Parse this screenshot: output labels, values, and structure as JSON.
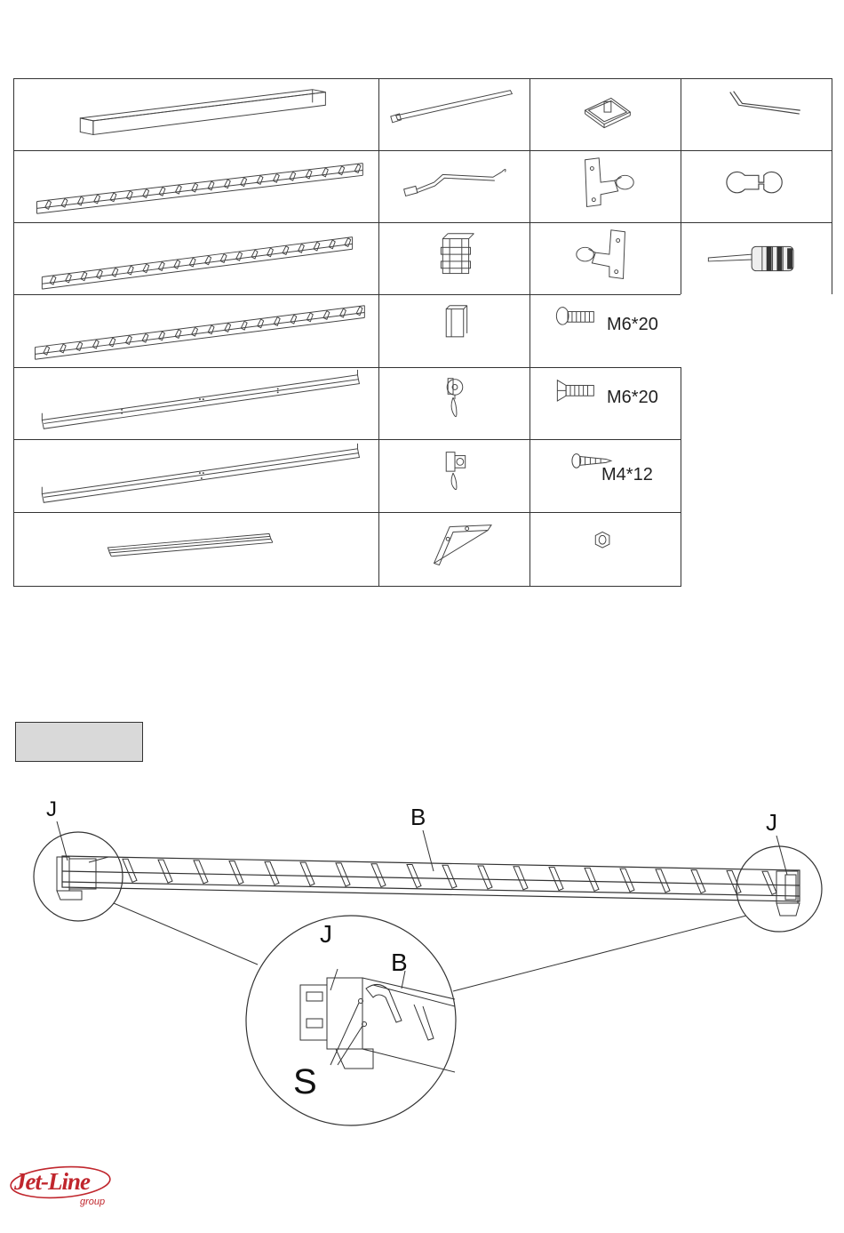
{
  "parts_table": {
    "rows": [
      {
        "cells": [
          "square-tube-beam",
          "rod",
          "mounting-plate",
          "allen-key"
        ]
      },
      {
        "cells": [
          "hook-rail-left",
          "crank-handle",
          "bracket-right",
          "spanner"
        ]
      },
      {
        "cells": [
          "hook-rail-right",
          "end-block",
          "bracket-left",
          "screwdriver"
        ]
      },
      {
        "cells": [
          "hook-rail-long",
          "small-bracket",
          "button-head-screw",
          ""
        ]
      },
      {
        "cells": [
          "c-channel-long",
          "pulley",
          "countersunk-screw",
          ""
        ]
      },
      {
        "cells": [
          "c-channel-short",
          "pulley-bracket",
          "tapping-screw",
          ""
        ]
      },
      {
        "cells": [
          "cover-strip",
          "corner-gusset",
          "hex-nut",
          ""
        ]
      }
    ],
    "fastener_labels": {
      "button_head": "M6*20",
      "countersunk": "M6*20",
      "tapping": "M4*12"
    }
  },
  "step_box": {
    "label": ""
  },
  "assembly": {
    "callouts": {
      "left_j": "J",
      "top_b": "B",
      "right_j": "J",
      "detail_j": "J",
      "detail_b": "B",
      "detail_s": "S"
    }
  },
  "logo": {
    "name": "Jet-Line",
    "sub": "group",
    "color": "#c0262d"
  }
}
